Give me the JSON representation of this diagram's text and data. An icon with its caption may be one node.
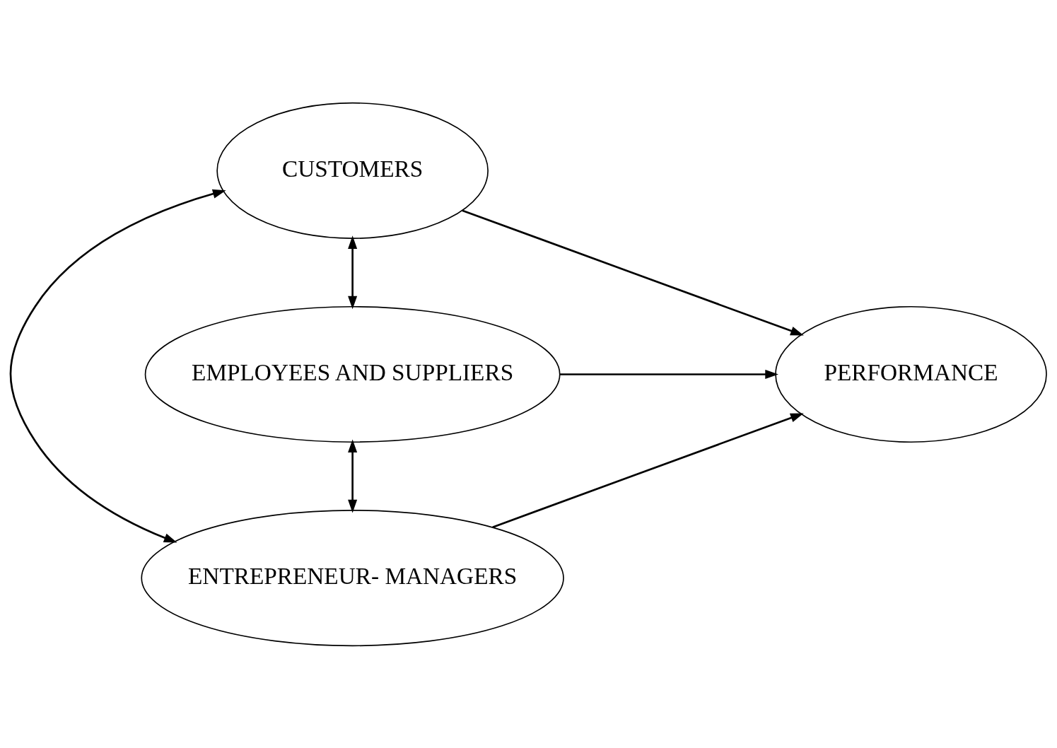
{
  "diagram": {
    "nodes": [
      {
        "text": [
          "CUSTOMERS"
        ]
      },
      {
        "text": [
          "EMPLOYEES AND SUPPLIERS"
        ]
      },
      {
        "text": [
          "ENTREPRENEUR- MANAGERS"
        ]
      },
      {
        "text": [
          "PERFORMANCE"
        ]
      }
    ],
    "edges": [
      {
        "from": 0,
        "to": 1,
        "arrow": "both"
      },
      {
        "from": 1,
        "to": 2,
        "arrow": "both"
      },
      {
        "from": 0,
        "to": 2,
        "arrow": "both"
      },
      {
        "from": 0,
        "to": 3,
        "arrow": "to"
      },
      {
        "from": 1,
        "to": 3,
        "arrow": "to"
      },
      {
        "from": 2,
        "to": 3,
        "arrow": "to"
      }
    ]
  }
}
